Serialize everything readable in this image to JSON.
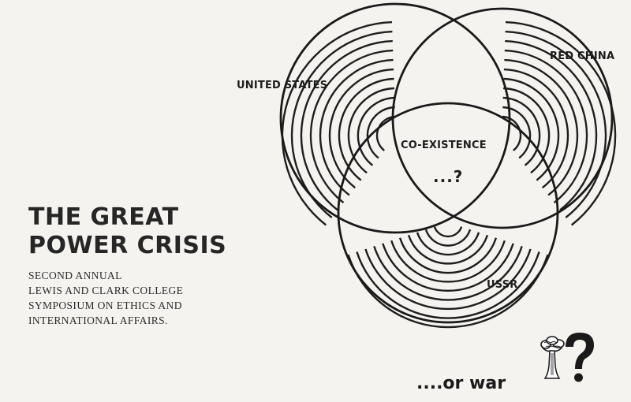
{
  "poster": {
    "title_lines": [
      "THE GREAT",
      "POWER CRISIS"
    ],
    "subtitle_lines": [
      "SECOND ANNUAL",
      "LEWIS AND CLARK COLLEGE",
      "SYMPOSIUM ON ETHICS AND",
      "INTERNATIONAL AFFAIRS."
    ],
    "venn": {
      "united_states": "UNITED STATES",
      "red_china": "RED CHINA",
      "ussr": "USSR",
      "center_label": "CO-EXISTENCE",
      "center_question": "...?"
    },
    "footer": "....or war",
    "ink_color": "#1c1c1c",
    "paper_color": "#f4f3f0",
    "icons": [
      "mushroom-cloud-icon",
      "question-mark-icon"
    ]
  }
}
